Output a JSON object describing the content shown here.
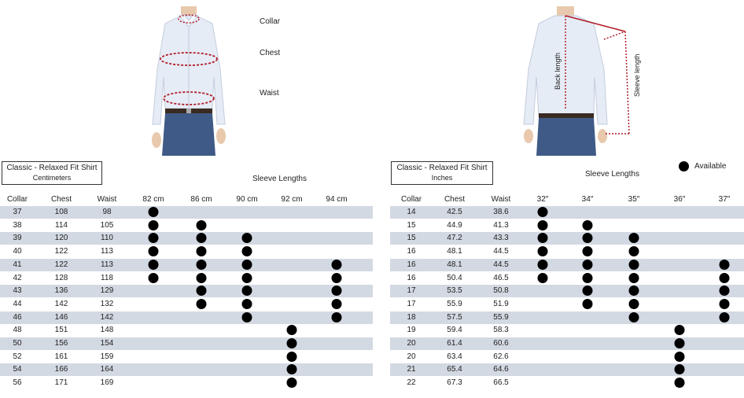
{
  "measure_labels": {
    "collar": "Collar",
    "chest": "Chest",
    "waist": "Waist",
    "back_length": "Back length",
    "sleeve_length": "Sleeve length"
  },
  "legend": {
    "available": "Available"
  },
  "cm_table": {
    "title": "Classic - Relaxed Fit Shirt",
    "unit": "Centimeters",
    "sleeve_title": "Sleeve Lengths",
    "headers": [
      "Collar",
      "Chest",
      "Waist"
    ],
    "sleeve_headers": [
      "82 cm",
      "86 cm",
      "90 cm",
      "92 cm",
      "94 cm"
    ],
    "rows": [
      {
        "collar": "37",
        "chest": "108",
        "waist": "98",
        "avail": [
          1,
          0,
          0,
          0,
          0
        ]
      },
      {
        "collar": "38",
        "chest": "114",
        "waist": "105",
        "avail": [
          1,
          1,
          0,
          0,
          0
        ]
      },
      {
        "collar": "39",
        "chest": "120",
        "waist": "110",
        "avail": [
          1,
          1,
          1,
          0,
          0
        ]
      },
      {
        "collar": "40",
        "chest": "122",
        "waist": "113",
        "avail": [
          1,
          1,
          1,
          0,
          0
        ]
      },
      {
        "collar": "41",
        "chest": "122",
        "waist": "113",
        "avail": [
          1,
          1,
          1,
          0,
          1
        ]
      },
      {
        "collar": "42",
        "chest": "128",
        "waist": "118",
        "avail": [
          1,
          1,
          1,
          0,
          1
        ]
      },
      {
        "collar": "43",
        "chest": "136",
        "waist": "129",
        "avail": [
          0,
          1,
          1,
          0,
          1
        ]
      },
      {
        "collar": "44",
        "chest": "142",
        "waist": "132",
        "avail": [
          0,
          1,
          1,
          0,
          1
        ]
      },
      {
        "collar": "46",
        "chest": "146",
        "waist": "142",
        "avail": [
          0,
          0,
          1,
          0,
          1
        ]
      },
      {
        "collar": "48",
        "chest": "151",
        "waist": "148",
        "avail": [
          0,
          0,
          0,
          1,
          0
        ]
      },
      {
        "collar": "50",
        "chest": "156",
        "waist": "154",
        "avail": [
          0,
          0,
          0,
          1,
          0
        ]
      },
      {
        "collar": "52",
        "chest": "161",
        "waist": "159",
        "avail": [
          0,
          0,
          0,
          1,
          0
        ]
      },
      {
        "collar": "54",
        "chest": "166",
        "waist": "164",
        "avail": [
          0,
          0,
          0,
          1,
          0
        ]
      },
      {
        "collar": "56",
        "chest": "171",
        "waist": "169",
        "avail": [
          0,
          0,
          0,
          1,
          0
        ]
      }
    ]
  },
  "in_table": {
    "title": "Classic - Relaxed Fit Shirt",
    "unit": "Inches",
    "sleeve_title": "Sleeve Lengths",
    "headers": [
      "Collar",
      "Chest",
      "Waist"
    ],
    "sleeve_headers": [
      "32″",
      "34″",
      "35″",
      "36″",
      "37″"
    ],
    "rows": [
      {
        "collar": "14",
        "chest": "42.5",
        "waist": "38.6",
        "avail": [
          1,
          0,
          0,
          0,
          0
        ]
      },
      {
        "collar": "15",
        "chest": "44.9",
        "waist": "41.3",
        "avail": [
          1,
          1,
          0,
          0,
          0
        ]
      },
      {
        "collar": "15",
        "chest": "47.2",
        "waist": "43.3",
        "avail": [
          1,
          1,
          1,
          0,
          0
        ]
      },
      {
        "collar": "16",
        "chest": "48.1",
        "waist": "44.5",
        "avail": [
          1,
          1,
          1,
          0,
          0
        ]
      },
      {
        "collar": "16",
        "chest": "48.1",
        "waist": "44.5",
        "avail": [
          1,
          1,
          1,
          0,
          1
        ]
      },
      {
        "collar": "16",
        "chest": "50.4",
        "waist": "46.5",
        "avail": [
          1,
          1,
          1,
          0,
          1
        ]
      },
      {
        "collar": "17",
        "chest": "53.5",
        "waist": "50.8",
        "avail": [
          0,
          1,
          1,
          0,
          1
        ]
      },
      {
        "collar": "17",
        "chest": "55.9",
        "waist": "51.9",
        "avail": [
          0,
          1,
          1,
          0,
          1
        ]
      },
      {
        "collar": "18",
        "chest": "57.5",
        "waist": "55.9",
        "avail": [
          0,
          0,
          1,
          0,
          1
        ]
      },
      {
        "collar": "19",
        "chest": "59.4",
        "waist": "58.3",
        "avail": [
          0,
          0,
          0,
          1,
          0
        ]
      },
      {
        "collar": "20",
        "chest": "61.4",
        "waist": "60.6",
        "avail": [
          0,
          0,
          0,
          1,
          0
        ]
      },
      {
        "collar": "20",
        "chest": "63.4",
        "waist": "62.6",
        "avail": [
          0,
          0,
          0,
          1,
          0
        ]
      },
      {
        "collar": "21",
        "chest": "65.4",
        "waist": "64.6",
        "avail": [
          0,
          0,
          0,
          1,
          0
        ]
      },
      {
        "collar": "22",
        "chest": "67.3",
        "waist": "66.5",
        "avail": [
          0,
          0,
          0,
          1,
          0
        ]
      }
    ]
  },
  "colors": {
    "shade": "#d3d9e2",
    "measure_line": "#b01e2a",
    "shirt": "#e6ecf6",
    "trousers": "#3f5a86"
  }
}
